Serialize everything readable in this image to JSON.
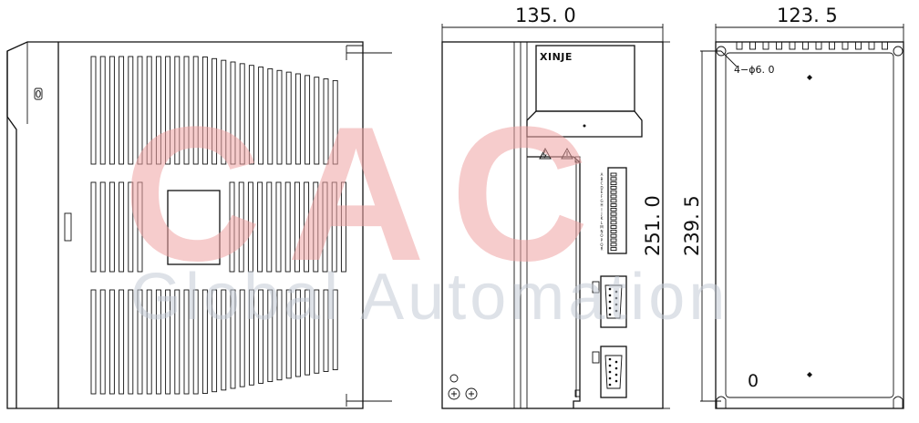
{
  "dimensions": {
    "width": "135. 0",
    "width_back": "123. 5",
    "height_front": "251. 0",
    "height_mount": "239. 5",
    "mount_hole": "4−ϕ6. 0"
  },
  "front_panel": {
    "brand": "XINJE",
    "terminal_pin_labels": [
      "A",
      "B",
      "C",
      "D",
      "E",
      "F",
      "G",
      "H",
      "I",
      "J",
      "K",
      "L",
      "M",
      "N",
      "O",
      "P",
      "Q",
      "R"
    ],
    "back_plate_marking": "0"
  },
  "watermark": {
    "logo_text": "CAC",
    "company_text": "Global Automation",
    "logo_color": "#f0a3a3",
    "company_color": "#c4cbd6"
  },
  "side_view": {
    "label_marking": "0"
  }
}
